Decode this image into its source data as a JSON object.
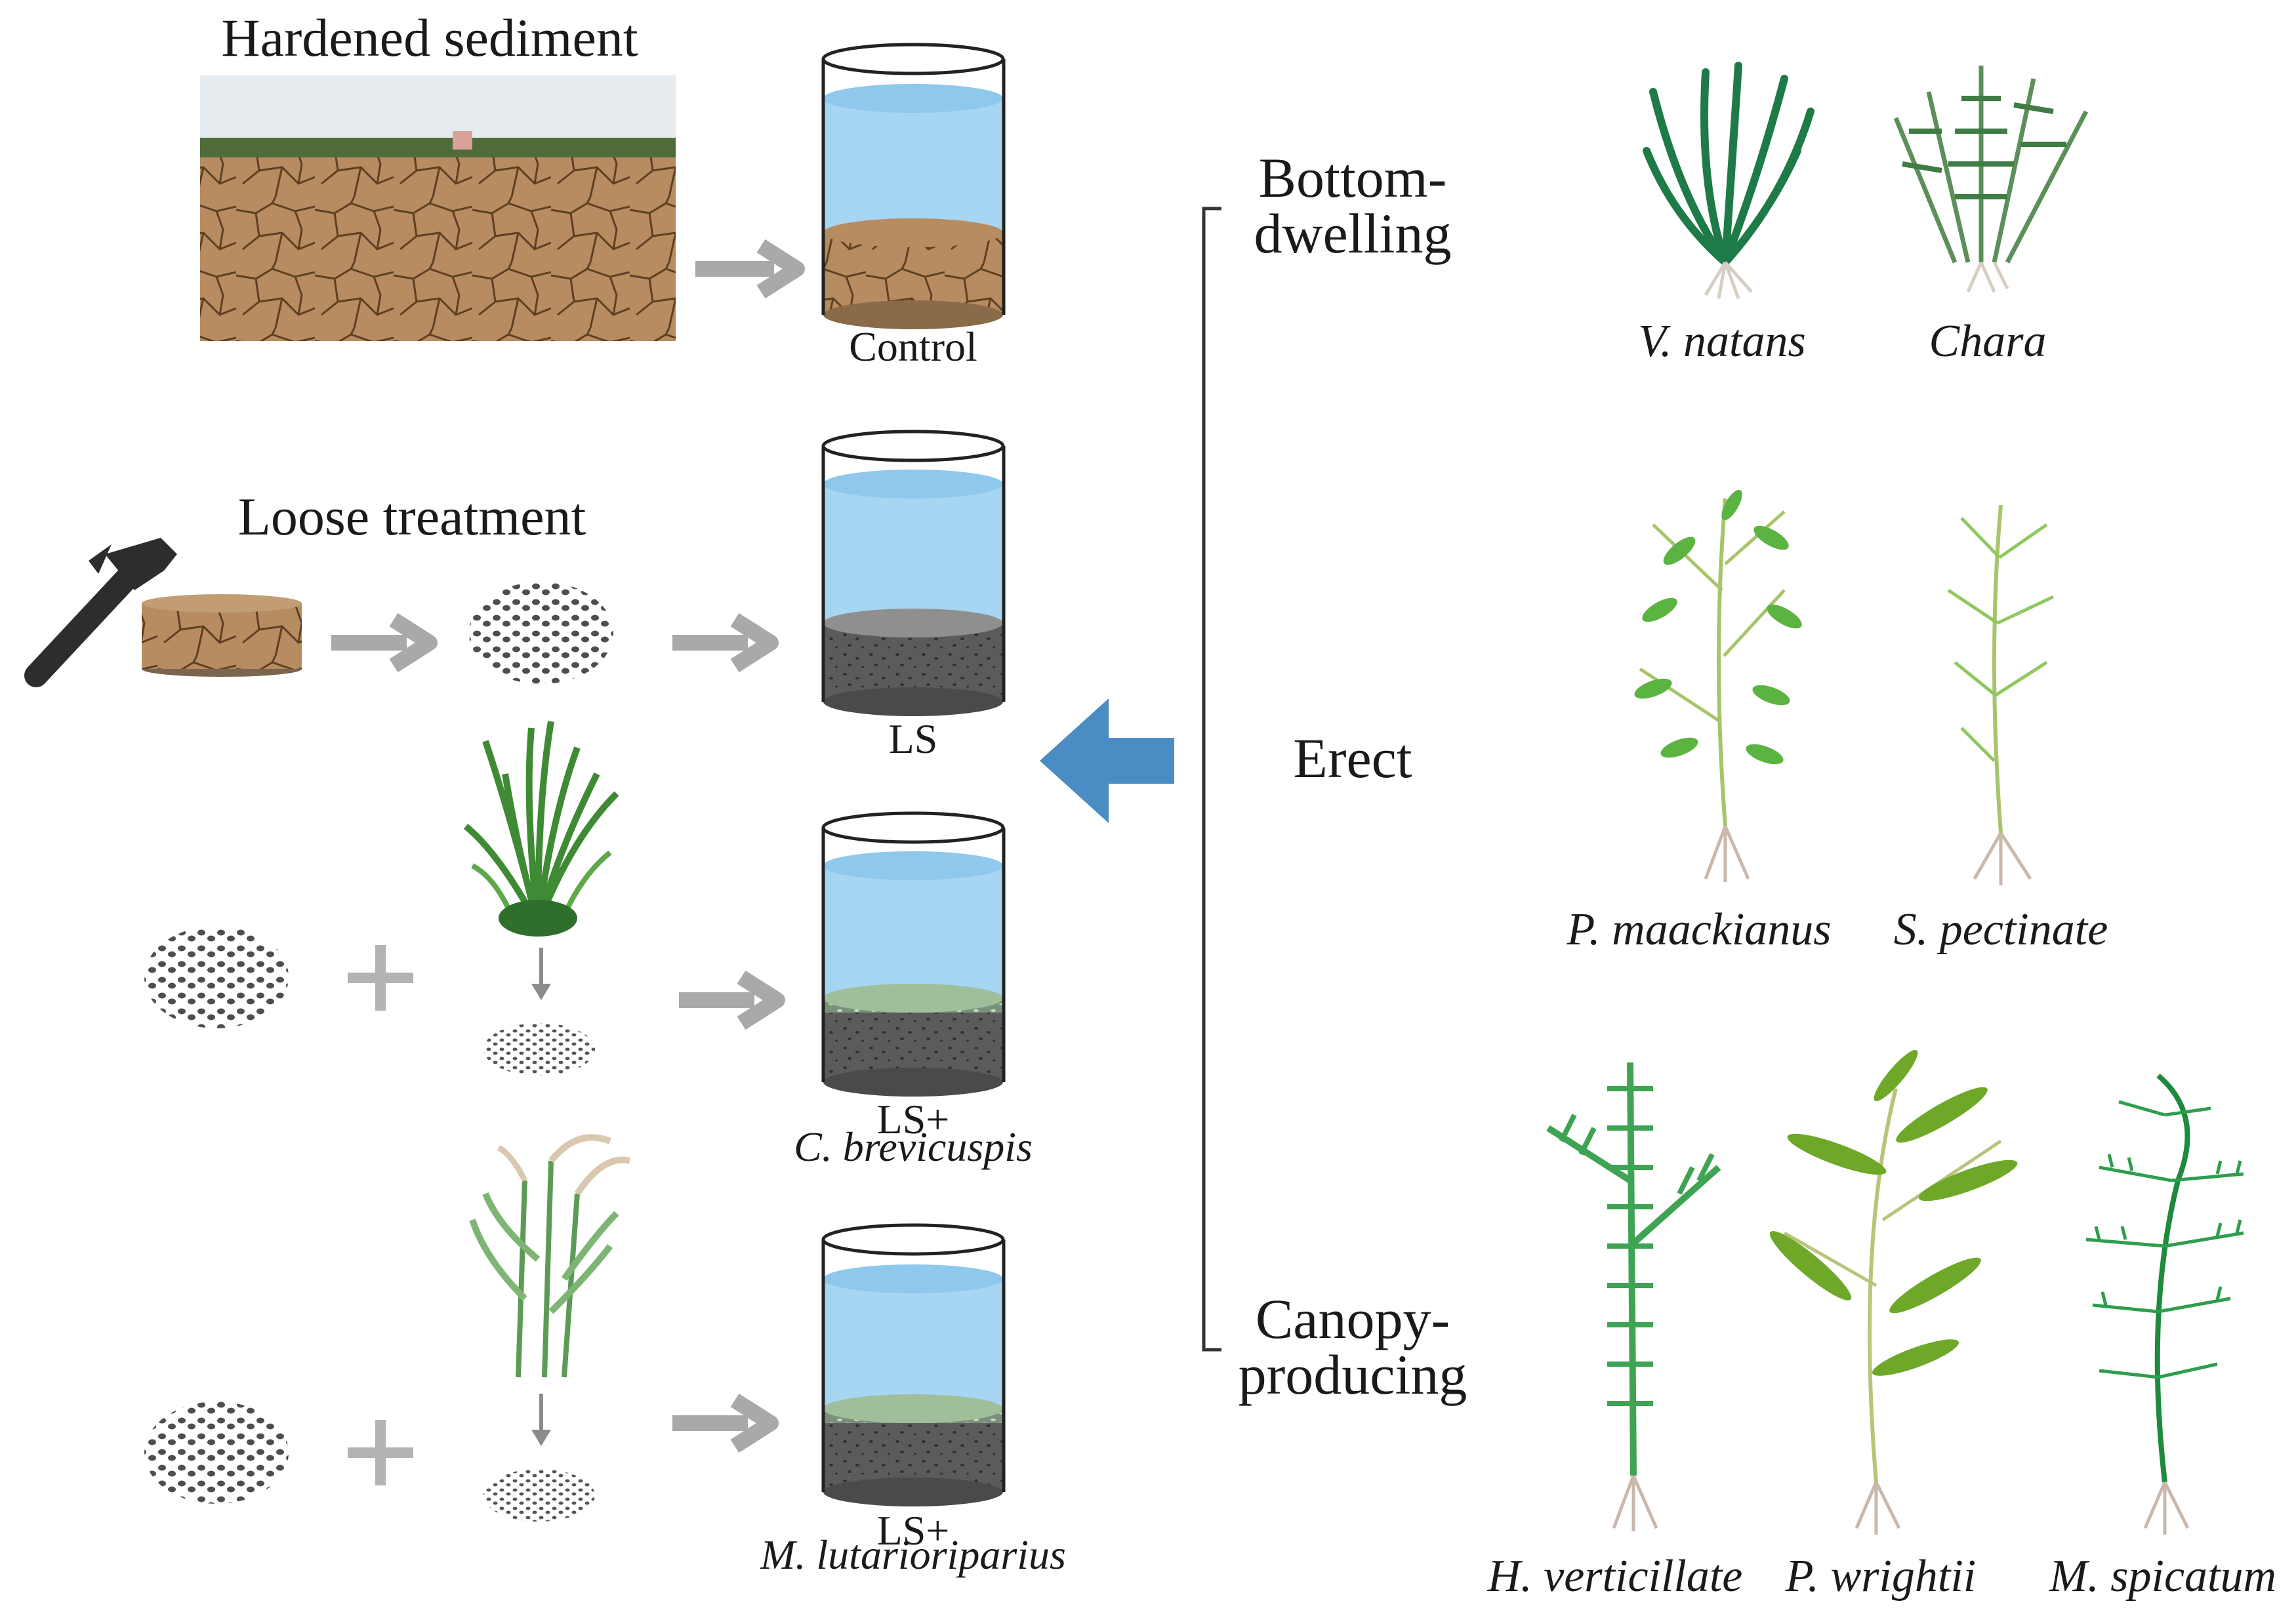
{
  "headings": {
    "hardened": "Hardened sediment",
    "loose": "Loose treatment"
  },
  "treatments": {
    "control": "Control",
    "ls": "LS",
    "ls_cb_prefix": "LS+",
    "ls_cb_species": "C. brevicuspis",
    "ls_ml_prefix": "LS+",
    "ls_ml_species": "M. lutarioriparius"
  },
  "groups": {
    "bottom_line1": "Bottom-",
    "bottom_line2": "dwelling",
    "erect": "Erect",
    "canopy_line1": "Canopy-",
    "canopy_line2": "producing"
  },
  "species": {
    "v_natans": "V. natans",
    "chara": "Chara",
    "p_maackianus": "P. maackianus",
    "s_pectinate": "S. pectinate",
    "h_verticillate": "H. verticillate",
    "p_wrightii": "P. wrightii",
    "m_spicatum": "M. spicatum"
  },
  "colors": {
    "water": "#a6d6f2",
    "sediment_dark": "#5a5a5a",
    "sediment_top": "#8f8f8f",
    "dry_soil": "#b58b5e",
    "arrow_gray": "#a9a9a9",
    "arrow_blue": "#4a8cc4",
    "plant_dark_green": "#1e7a46",
    "plant_green": "#5bb342"
  },
  "icons": [
    "hammer-icon",
    "gray-arrow-icon",
    "blue-arrow-icon",
    "plus-icon"
  ]
}
